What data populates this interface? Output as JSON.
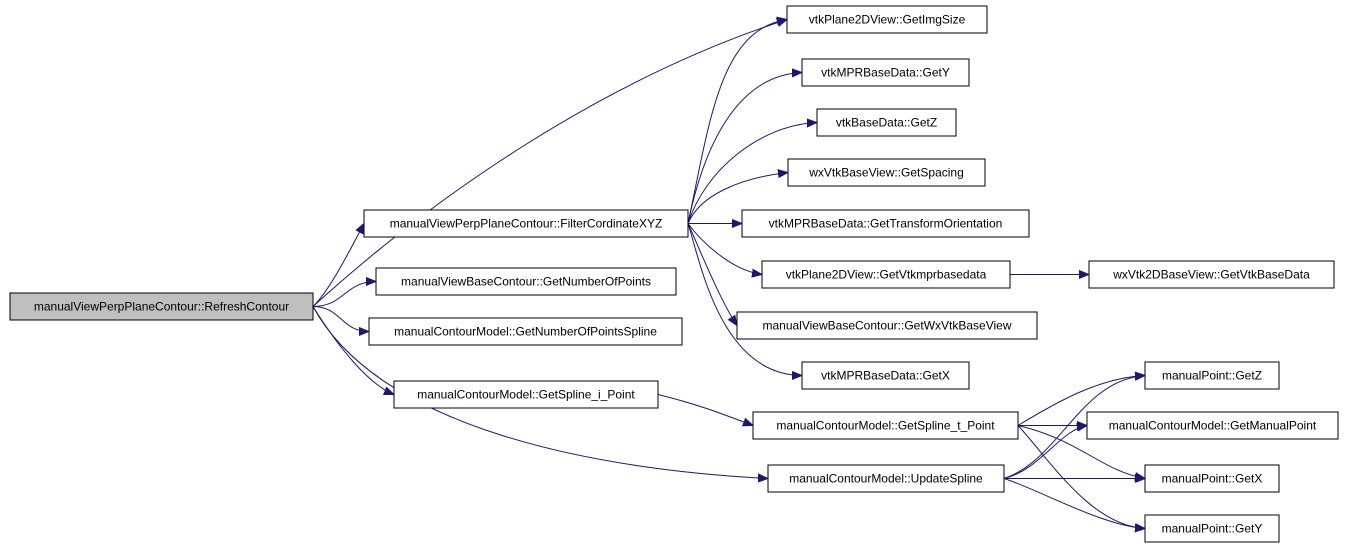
{
  "graph": {
    "nodes": [
      {
        "id": "root",
        "label": "manualViewPerpPlaneContour::RefreshContour",
        "root": true
      },
      {
        "id": "filter",
        "label": "manualViewPerpPlaneContour::FilterCordinateXYZ"
      },
      {
        "id": "getnum",
        "label": "manualViewBaseContour::GetNumberOfPoints"
      },
      {
        "id": "getnumspline",
        "label": "manualContourModel::GetNumberOfPointsSpline"
      },
      {
        "id": "getsplinei",
        "label": "manualContourModel::GetSpline_i_Point"
      },
      {
        "id": "imgsize",
        "label": "vtkPlane2DView::GetImgSize"
      },
      {
        "id": "gety_mpr",
        "label": "vtkMPRBaseData::GetY"
      },
      {
        "id": "getz_base",
        "label": "vtkBaseData::GetZ"
      },
      {
        "id": "spacing",
        "label": "wxVtkBaseView::GetSpacing"
      },
      {
        "id": "transform",
        "label": "vtkMPRBaseData::GetTransformOrientation"
      },
      {
        "id": "getvtkmpr",
        "label": "vtkPlane2DView::GetVtkmprbasedata"
      },
      {
        "id": "getwxvtk",
        "label": "manualViewBaseContour::GetWxVtkBaseView"
      },
      {
        "id": "getx_mpr",
        "label": "vtkMPRBaseData::GetX"
      },
      {
        "id": "getsplinet",
        "label": "manualContourModel::GetSpline_t_Point"
      },
      {
        "id": "update",
        "label": "manualContourModel::UpdateSpline"
      },
      {
        "id": "getvtkbasedata",
        "label": "wxVtk2DBaseView::GetVtkBaseData"
      },
      {
        "id": "mp_getz",
        "label": "manualPoint::GetZ"
      },
      {
        "id": "getmanual",
        "label": "manualContourModel::GetManualPoint"
      },
      {
        "id": "mp_getx",
        "label": "manualPoint::GetX"
      },
      {
        "id": "mp_gety",
        "label": "manualPoint::GetY"
      }
    ],
    "edges": [
      {
        "from": "root",
        "to": "filter"
      },
      {
        "from": "root",
        "to": "getnum"
      },
      {
        "from": "root",
        "to": "getnumspline"
      },
      {
        "from": "root",
        "to": "getsplinei"
      },
      {
        "from": "root",
        "to": "imgsize"
      },
      {
        "from": "root",
        "to": "update"
      },
      {
        "from": "filter",
        "to": "imgsize"
      },
      {
        "from": "filter",
        "to": "gety_mpr"
      },
      {
        "from": "filter",
        "to": "getz_base"
      },
      {
        "from": "filter",
        "to": "spacing"
      },
      {
        "from": "filter",
        "to": "transform"
      },
      {
        "from": "filter",
        "to": "getvtkmpr"
      },
      {
        "from": "filter",
        "to": "getwxvtk"
      },
      {
        "from": "filter",
        "to": "getx_mpr"
      },
      {
        "from": "getvtkmpr",
        "to": "getvtkbasedata"
      },
      {
        "from": "getsplinei",
        "to": "getsplinet"
      },
      {
        "from": "getsplinet",
        "to": "mp_getz"
      },
      {
        "from": "getsplinet",
        "to": "getmanual"
      },
      {
        "from": "getsplinet",
        "to": "mp_getx"
      },
      {
        "from": "getsplinet",
        "to": "mp_gety"
      },
      {
        "from": "update",
        "to": "mp_getz"
      },
      {
        "from": "update",
        "to": "getmanual"
      },
      {
        "from": "update",
        "to": "mp_getx"
      },
      {
        "from": "update",
        "to": "mp_gety"
      }
    ]
  }
}
